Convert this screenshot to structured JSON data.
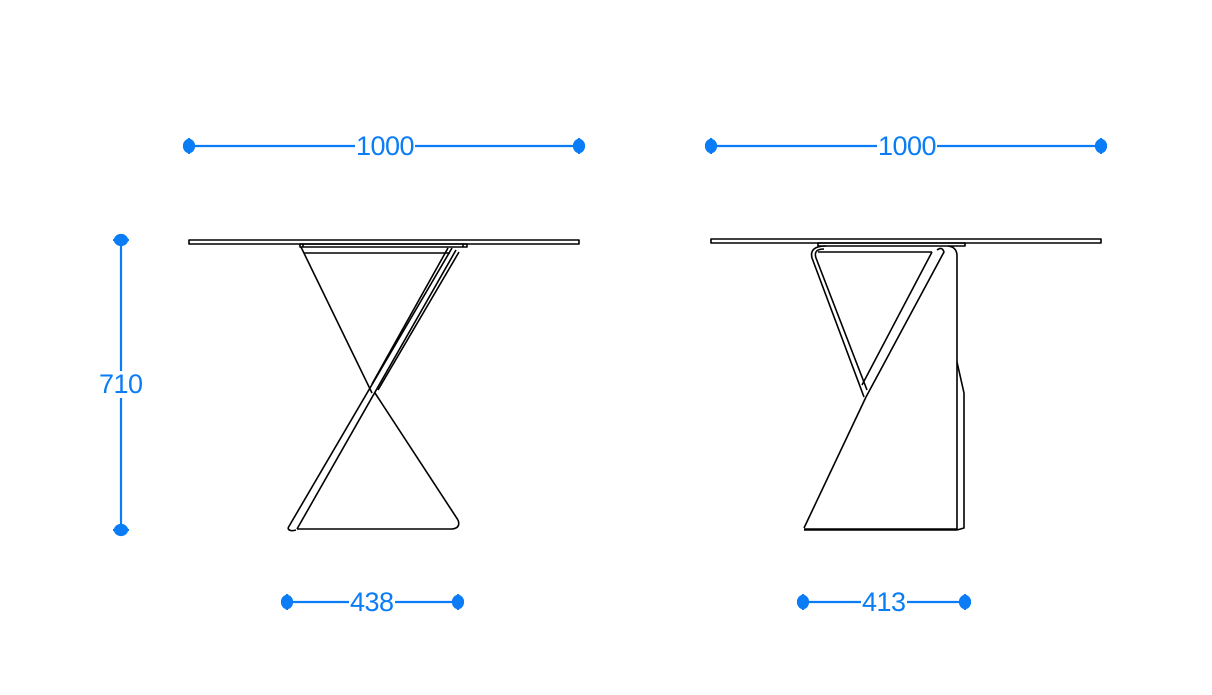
{
  "drawing": {
    "line_color": "#000000",
    "dimension_color": "#0a7cf5",
    "background": "#ffffff"
  },
  "views": [
    {
      "name": "front-view",
      "dimensions": {
        "width": "1000",
        "height": "710",
        "base_width": "438"
      }
    },
    {
      "name": "side-view",
      "dimensions": {
        "width": "1000",
        "base_width": "413"
      }
    }
  ]
}
